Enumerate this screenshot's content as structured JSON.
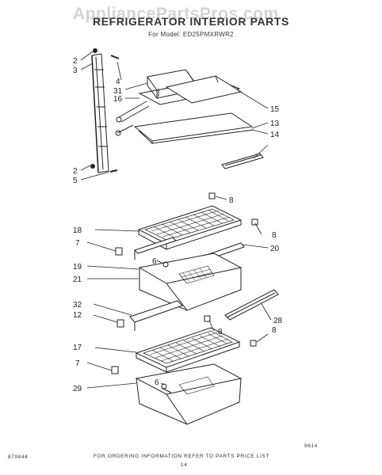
{
  "watermark": "AppliancePartsPros.com",
  "title": "REFRIGERATOR INTERIOR PARTS",
  "subtitle": "For Model: ED25PMXRWR2",
  "callouts": {
    "c2a": "2",
    "c3": "3",
    "c4": "4",
    "c31": "31",
    "c16": "16",
    "c15": "15",
    "c13": "13",
    "c14": "14",
    "c2b": "2",
    "c5": "5",
    "c8a": "8",
    "c18": "18",
    "c8b": "8",
    "c7a": "7",
    "c20": "20",
    "c6a": "6",
    "c19": "19",
    "c21": "21",
    "c32": "32",
    "c12": "12",
    "c28": "28",
    "c8c": "8",
    "c17": "17",
    "c8d": "8",
    "c7b": "7",
    "c29": "29",
    "c6b": "6"
  },
  "footer": {
    "ordering_note": "FOR ORDERING INFORMATION REFER TO PARTS PRICE LIST",
    "doc_number": "879844",
    "page_number": "14",
    "corner_code": "9614"
  }
}
